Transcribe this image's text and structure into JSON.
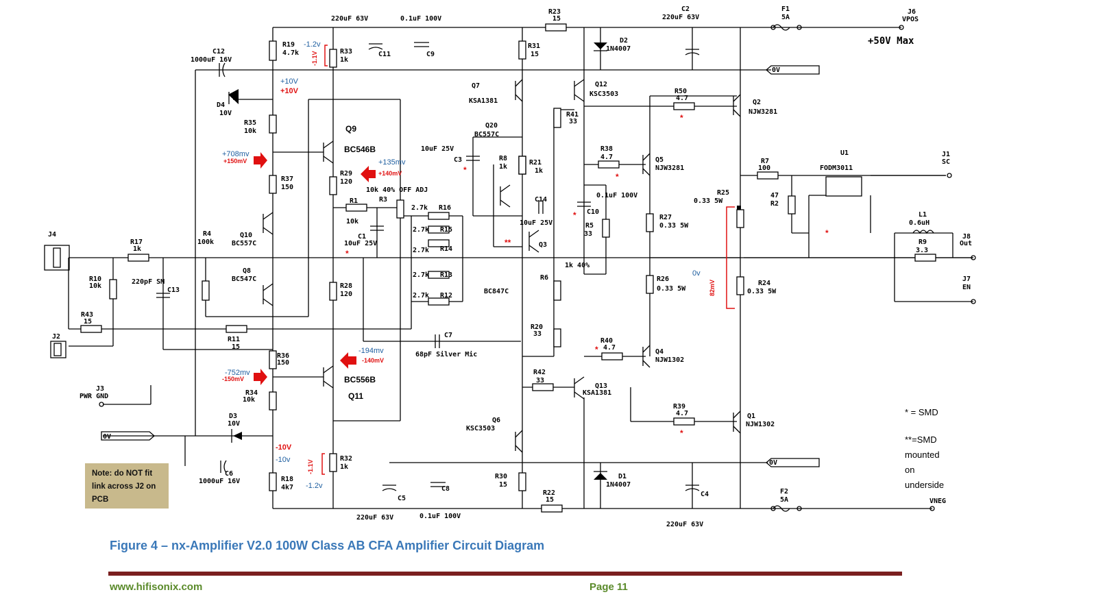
{
  "supply": {
    "vpos_label": "+50V Max"
  },
  "resistors": {
    "R19": [
      "R19",
      "4.7k"
    ],
    "R33": [
      "R33",
      "1k"
    ],
    "R35": [
      "R35",
      "10k"
    ],
    "R37": [
      "R37",
      "150"
    ],
    "R29": [
      "R29",
      "120"
    ],
    "R1": [
      "R1",
      "10k"
    ],
    "R3": [
      "R3",
      ""
    ],
    "R28": [
      "R28",
      "120"
    ],
    "R17": [
      "R17",
      "1k"
    ],
    "R10": [
      "R10",
      "10k"
    ],
    "R4": [
      "R4",
      "100k"
    ],
    "R43": [
      "R43",
      "15"
    ],
    "R11": [
      "R11",
      "15"
    ],
    "R36": [
      "R36",
      "150"
    ],
    "R34": [
      "R34",
      "10k"
    ],
    "R18": [
      "R18",
      "4k7"
    ],
    "R32": [
      "R32",
      "1k"
    ],
    "R23": [
      "R23",
      "15"
    ],
    "R31": [
      "R31",
      "15"
    ],
    "R8": [
      "R8",
      "1k"
    ],
    "R21": [
      "R21",
      "1k"
    ],
    "R16": [
      "2.7k",
      "R16"
    ],
    "R15": [
      "2.7k",
      "R15"
    ],
    "R14": [
      "2.7k",
      "R14"
    ],
    "R13": [
      "2.7k",
      "R13"
    ],
    "R12": [
      "2.7k",
      "R12"
    ],
    "R41": [
      "R41",
      "33"
    ],
    "R5": [
      "R5",
      "33"
    ],
    "R6": [
      "R6",
      ""
    ],
    "R20": [
      "R20",
      "33"
    ],
    "R42": [
      "R42",
      "33"
    ],
    "R30": [
      "R30",
      "15"
    ],
    "R22": [
      "R22",
      "15"
    ],
    "R50": [
      "R50",
      "4.7"
    ],
    "R38": [
      "R38",
      "4.7"
    ],
    "R27": [
      "R27",
      "0.33 5W"
    ],
    "R26": [
      "R26",
      "0.33 5W"
    ],
    "R40": [
      "R40",
      "4.7"
    ],
    "R39": [
      "R39",
      "4.7"
    ],
    "R25": [
      "R25",
      "0.33 5W"
    ],
    "R24": [
      "R24",
      "0.33 5W"
    ],
    "R7": [
      "R7",
      "100"
    ],
    "R2": [
      "47",
      "R2"
    ],
    "R9": [
      "R9",
      "3.3"
    ]
  },
  "capacitors": {
    "C11": [
      "C11",
      "220uF 63V"
    ],
    "C9": [
      "C9",
      "0.1uF 100V"
    ],
    "C12": [
      "C12",
      "1000uF 16V"
    ],
    "C13": [
      "C13",
      "220pF SM"
    ],
    "C3": [
      "C3",
      "10uF 25V"
    ],
    "C1": [
      "C1",
      "10uF 25V"
    ],
    "C14": [
      "C14",
      "10uF 25V"
    ],
    "C10": [
      "C10",
      "0.1uF 100V"
    ],
    "C7": [
      "C7",
      "68pF Silver Mic"
    ],
    "C6": [
      "C6",
      "1000uF 16V"
    ],
    "C5": [
      "C5",
      "220uF 63V"
    ],
    "C8": [
      "C8",
      "0.1uF 100V"
    ],
    "C2": [
      "C2",
      "220uF 63V"
    ],
    "C4": [
      "C4",
      "220uF 63V"
    ]
  },
  "transistors": {
    "Q9": [
      "Q9",
      "BC546B"
    ],
    "Q10": [
      "Q10",
      "BC557C"
    ],
    "Q8": [
      "Q8",
      "BC547C"
    ],
    "Q11": [
      "Q11",
      "BC556B"
    ],
    "Q7": [
      "Q7",
      "KSA1381"
    ],
    "Q20": [
      "Q20",
      "BC557C"
    ],
    "Q3": [
      "Q3",
      "BC847C"
    ],
    "Q12": [
      "Q12",
      "KSC3503"
    ],
    "Q13": [
      "Q13",
      "KSA1381"
    ],
    "Q6": [
      "Q6",
      "KSC3503"
    ],
    "Q5": [
      "Q5",
      "NJW3281"
    ],
    "Q4": [
      "Q4",
      "NJW1302"
    ],
    "Q2": [
      "Q2",
      "NJW3281"
    ],
    "Q1": [
      "Q1",
      "NJW1302"
    ]
  },
  "diodes": {
    "D4": [
      "D4",
      "10V"
    ],
    "D3": [
      "D3",
      "10V"
    ],
    "D2": [
      "D2",
      "1N4007"
    ],
    "D1": [
      "D1",
      "1N4007"
    ]
  },
  "parts": {
    "L1": [
      "L1",
      "0.6uH"
    ],
    "U1": [
      "U1",
      "FODM3011"
    ],
    "F1": [
      "F1",
      "5A"
    ],
    "F2": [
      "F2",
      "5A"
    ],
    "R3_adj": "10k 40% OFF ADJ",
    "R6_adj": "1k 40%"
  },
  "connectors": {
    "J6": [
      "J6",
      "VPOS"
    ],
    "J1": [
      "J1",
      "SC"
    ],
    "J8": [
      "J8",
      "Out"
    ],
    "J7": [
      "J7",
      "EN"
    ],
    "J4": "J4",
    "J2": "J2",
    "J3": [
      "J3",
      "PWR GND"
    ],
    "VNEG": "VNEG",
    "ZV": "0V"
  },
  "voltages": {
    "top_neg12": "-1.2v",
    "top_neg11": "-1.1V",
    "pos10a": "+10V",
    "pos10b": "+10V",
    "mv708": "+708mv",
    "mv150a": "+150mV",
    "mv135": "+135mv",
    "mv140a": "+140mV",
    "mv194": "-194mv",
    "mv140b": "-140mV",
    "mv752": "-752mv",
    "mv150b": "-150mV",
    "neg10a": "-10V",
    "neg10b": "-10v",
    "bot_neg11": "-1.1V",
    "bot_neg12": "-1.2v",
    "zero": "0v",
    "mv82": "82mV"
  },
  "legend": {
    "smd": "* = SMD",
    "smd2": [
      "**=SMD",
      "mounted",
      "on",
      "underside"
    ]
  },
  "note": {
    "text": "Note: do NOT fit link across J2 on PCB"
  },
  "caption": "Figure 4 – nx-Amplifier V2.0  100W Class AB CFA Amplifier Circuit Diagram",
  "footer": {
    "url": "www.hifisonix.com",
    "page": "Page 11"
  },
  "colors": {
    "caption": "#3a78b8",
    "footer": "#5a8a2a",
    "annotation_red": "#e01010",
    "annotation_blue": "#1f5fa0",
    "note_bg": "#c8b98c",
    "rule": "#7a1f1f"
  }
}
